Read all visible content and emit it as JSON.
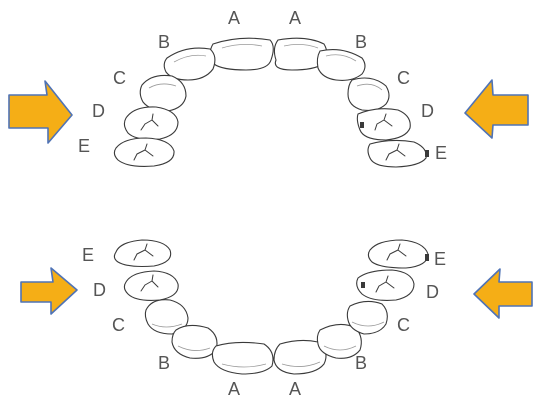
{
  "diagram": {
    "upper_arch": {
      "right": [
        "A",
        "B",
        "C",
        "D",
        "E"
      ],
      "left": [
        "A",
        "B",
        "C",
        "D",
        "E"
      ]
    },
    "lower_arch": {
      "right": [
        "E",
        "D",
        "C",
        "B",
        "A"
      ],
      "left": [
        "E",
        "D",
        "C",
        "B",
        "A"
      ]
    }
  },
  "colors": {
    "arrow_fill": "#f5ae16",
    "arrow_outline": "#4f73b6",
    "label": "#555555"
  }
}
